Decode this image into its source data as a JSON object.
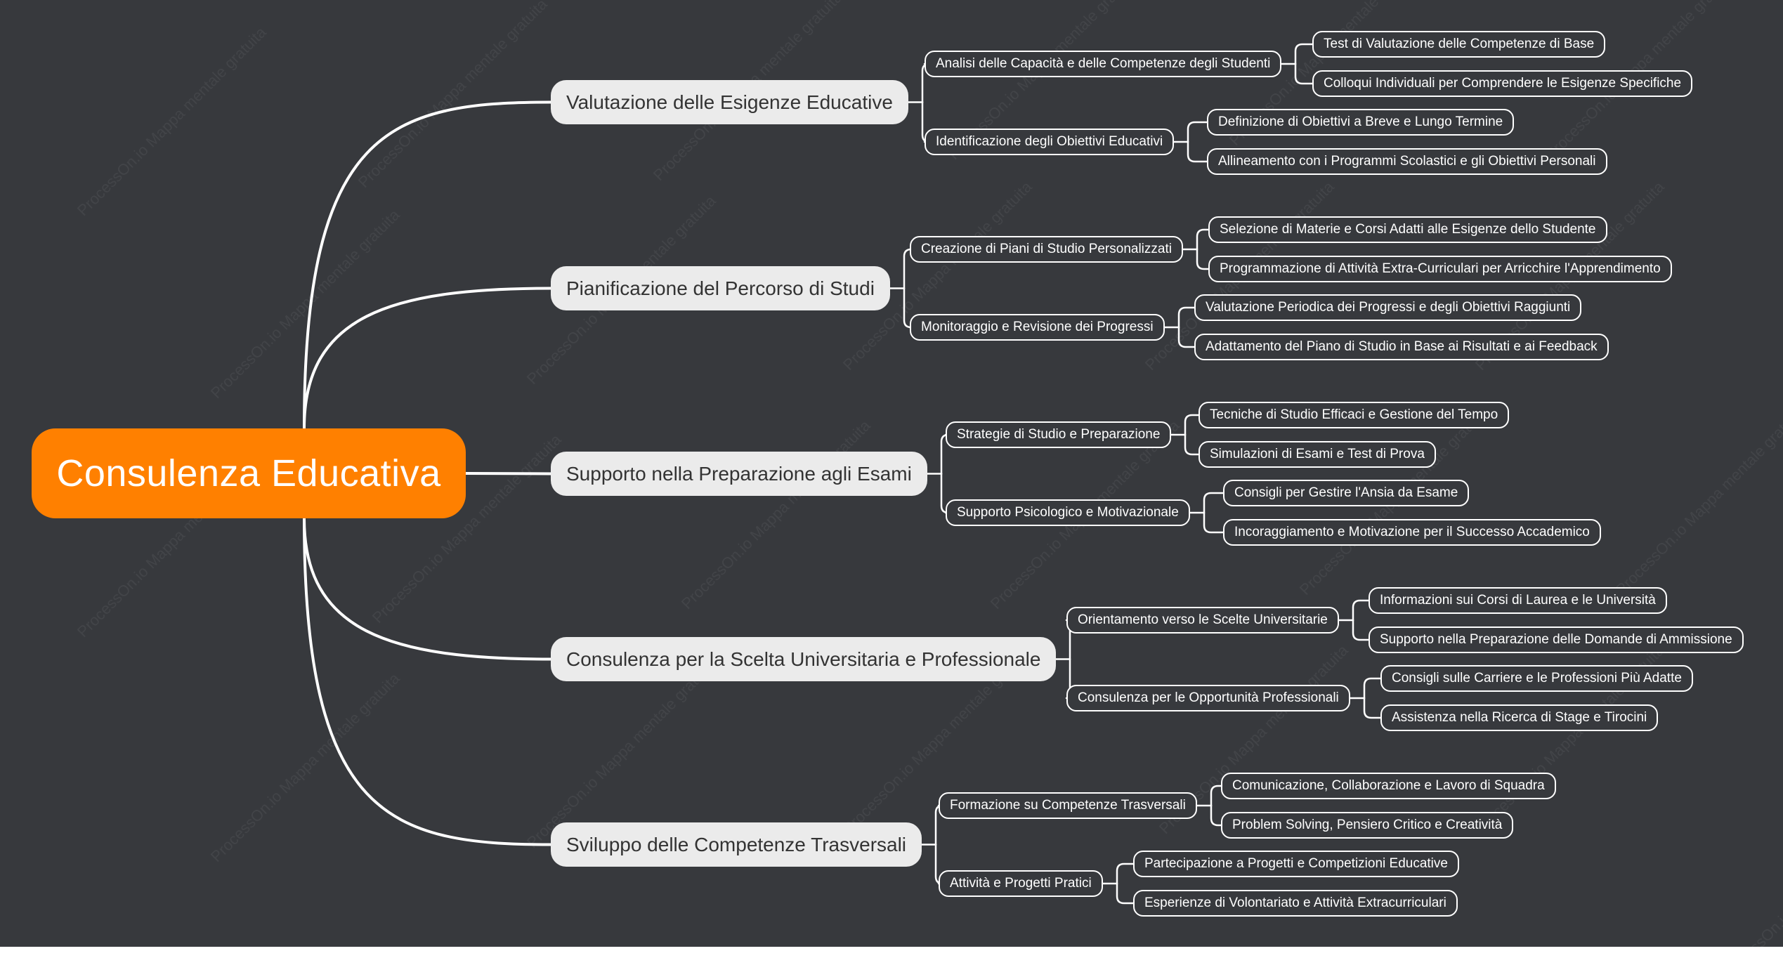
{
  "colors": {
    "background": "#37393d",
    "root_fill": "#ff8000",
    "main_fill": "#ebebeb",
    "line": "#ffffff"
  },
  "root": {
    "label": "Consulenza Educativa"
  },
  "branches": [
    {
      "label": "Valutazione delle Esigenze Educative",
      "children": [
        {
          "label": "Analisi delle Capacità e delle Competenze degli Studenti",
          "children": [
            "Test di Valutazione delle Competenze di Base",
            "Colloqui Individuali per Comprendere le Esigenze Specifiche"
          ]
        },
        {
          "label": "Identificazione degli Obiettivi Educativi",
          "children": [
            "Definizione di Obiettivi a Breve e Lungo Termine",
            "Allineamento con i Programmi Scolastici e gli Obiettivi Personali"
          ]
        }
      ]
    },
    {
      "label": "Pianificazione del Percorso di Studi",
      "children": [
        {
          "label": "Creazione di Piani di Studio Personalizzati",
          "children": [
            "Selezione di Materie e Corsi Adatti alle Esigenze dello Studente",
            "Programmazione di Attività Extra-Curriculari per Arricchire l'Apprendimento"
          ]
        },
        {
          "label": "Monitoraggio e Revisione dei Progressi",
          "children": [
            "Valutazione Periodica dei Progressi e degli Obiettivi Raggiunti",
            "Adattamento del Piano di Studio in Base ai Risultati e ai Feedback"
          ]
        }
      ]
    },
    {
      "label": "Supporto nella Preparazione agli Esami",
      "children": [
        {
          "label": "Strategie di Studio e Preparazione",
          "children": [
            "Tecniche di Studio Efficaci e Gestione del Tempo",
            "Simulazioni di Esami e Test di Prova"
          ]
        },
        {
          "label": "Supporto Psicologico e Motivazionale",
          "children": [
            "Consigli per Gestire l'Ansia da Esame",
            "Incoraggiamento e Motivazione per il Successo Accademico"
          ]
        }
      ]
    },
    {
      "label": "Consulenza per la Scelta Universitaria e Professionale",
      "children": [
        {
          "label": "Orientamento verso le Scelte Universitarie",
          "children": [
            "Informazioni sui Corsi di Laurea e le Università",
            "Supporto nella Preparazione delle Domande di Ammissione"
          ]
        },
        {
          "label": "Consulenza per le Opportunità Professionali",
          "children": [
            "Consigli sulle Carriere e le Professioni Più Adatte",
            "Assistenza nella Ricerca di Stage e Tirocini"
          ]
        }
      ]
    },
    {
      "label": "Sviluppo delle Competenze Trasversali",
      "children": [
        {
          "label": "Formazione su Competenze Trasversali",
          "children": [
            "Comunicazione, Collaborazione e Lavoro di Squadra",
            "Problem Solving, Pensiero Critico e Creatività"
          ]
        },
        {
          "label": "Attività e Progetti Pratici",
          "children": [
            "Partecipazione a Progetti e Competizioni Educative",
            "Esperienze di Volontariato e Attività Extracurriculari"
          ]
        }
      ]
    }
  ],
  "watermark": "ProcessOn.io Mappa mentale gratuita"
}
